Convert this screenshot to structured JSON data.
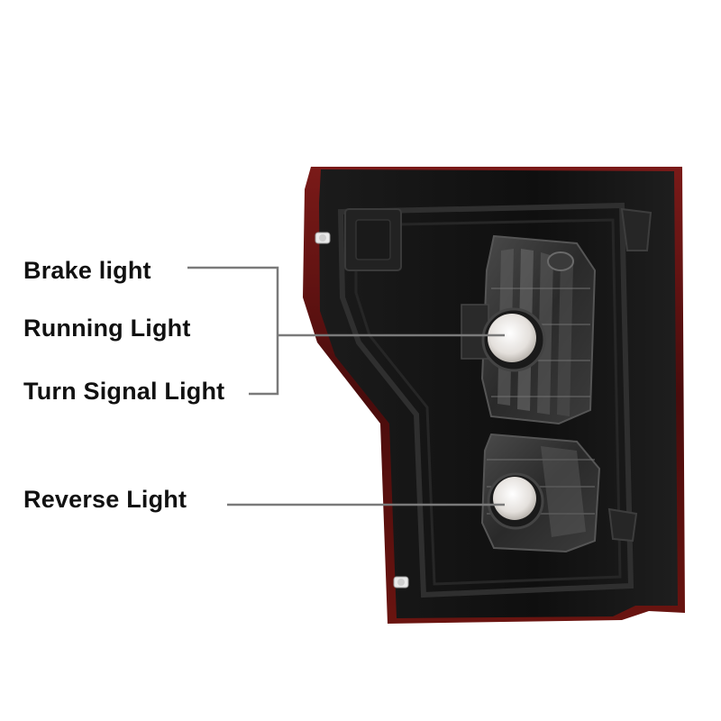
{
  "labels": {
    "brake": "Brake light",
    "running": "Running Light",
    "turn_signal": "Turn Signal Light",
    "reverse": "Reverse Light"
  },
  "colors": {
    "background": "#ffffff",
    "label_text": "#111111",
    "callout_line": "#7a7a7a",
    "lamp_housing": "#151515",
    "lens_red_edge": "#5a0f0f",
    "bulb": "#e9e6e2"
  }
}
